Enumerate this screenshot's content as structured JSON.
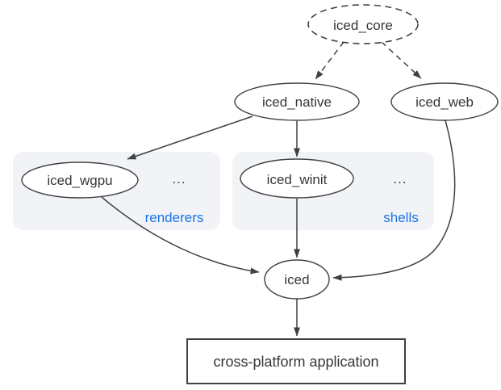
{
  "diagram": {
    "name": "iced ecosystem dependency graph",
    "nodes": {
      "iced_core": {
        "label": "iced_core"
      },
      "iced_native": {
        "label": "iced_native"
      },
      "iced_web": {
        "label": "iced_web"
      },
      "iced_wgpu": {
        "label": "iced_wgpu"
      },
      "iced_winit": {
        "label": "iced_winit"
      },
      "iced": {
        "label": "iced"
      },
      "application": {
        "label": "cross-platform application"
      }
    },
    "groups": {
      "renderers": {
        "label": "renderers",
        "ellipsis": "..."
      },
      "shells": {
        "label": "shells",
        "ellipsis": "..."
      }
    },
    "edges": [
      {
        "from": "iced_core",
        "to": "iced_native",
        "style": "dashed"
      },
      {
        "from": "iced_core",
        "to": "iced_web",
        "style": "dashed"
      },
      {
        "from": "iced_native",
        "to": "iced_wgpu",
        "style": "solid"
      },
      {
        "from": "iced_native",
        "to": "iced_winit",
        "style": "solid"
      },
      {
        "from": "iced_wgpu",
        "to": "iced",
        "style": "solid"
      },
      {
        "from": "iced_winit",
        "to": "iced",
        "style": "solid"
      },
      {
        "from": "iced_web",
        "to": "iced",
        "style": "solid"
      },
      {
        "from": "iced",
        "to": "application",
        "style": "solid"
      }
    ],
    "colors": {
      "stroke": "#3e4144",
      "text": "#35373a",
      "node_fill": "#ffffff",
      "group_bg": "#f1f3f6",
      "group_label": "#1a73e8",
      "background": "#ffffff"
    }
  }
}
